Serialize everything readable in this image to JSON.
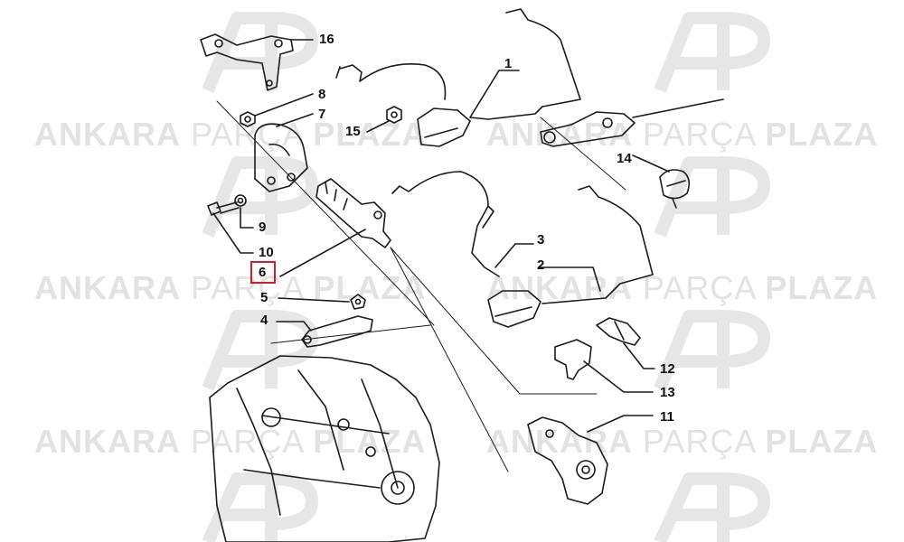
{
  "watermark": {
    "word1": "ANKARA",
    "word2": "PARÇA",
    "word3": "PLAZA",
    "logo": "ap-logo"
  },
  "callouts": [
    "1",
    "2",
    "3",
    "4",
    "5",
    "6",
    "7",
    "8",
    "9",
    "10",
    "11",
    "12",
    "13",
    "14",
    "15",
    "16"
  ],
  "highlighted_part": "6",
  "colors": {
    "highlight": "#d11f2a",
    "line": "#1a1a1a",
    "watermark": "#e2e2e2"
  }
}
